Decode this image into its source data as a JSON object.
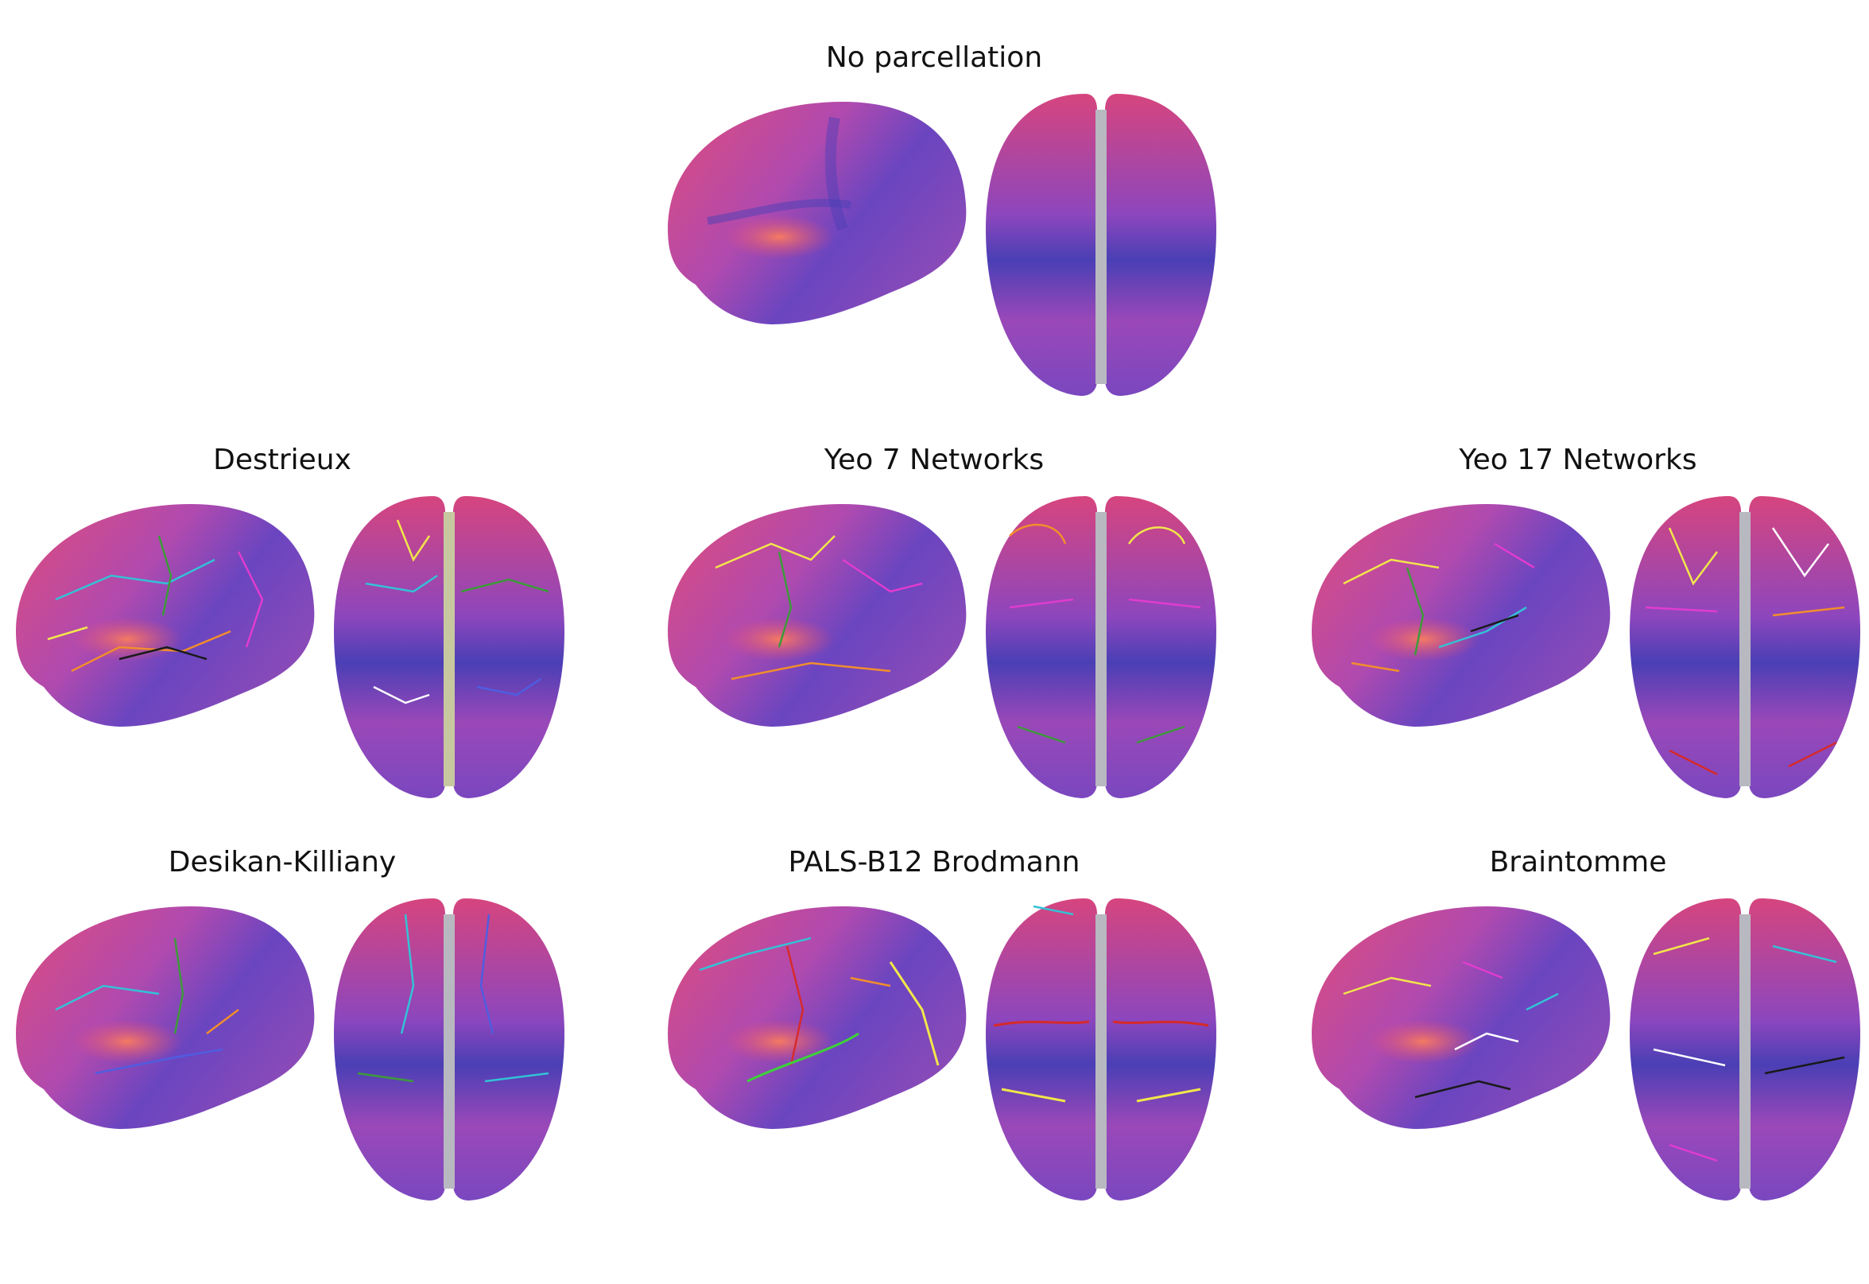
{
  "figure": {
    "colors": {
      "surface_warm": "#e04c7a",
      "surface_cool": "#4a3fb5",
      "surface_mid": "#a545b8",
      "insula": "#f47a62"
    },
    "panels": [
      {
        "id": "none",
        "title": "No parcellation",
        "outline_colors": []
      },
      {
        "id": "destr",
        "title": "Destrieux",
        "outline_colors": [
          "#33c2d6",
          "#3d9a3a",
          "#f2e64a",
          "#f28e2b",
          "#ffffff",
          "#1a1a1a",
          "#e03ccf",
          "#4f5de0"
        ]
      },
      {
        "id": "yeo7",
        "title": "Yeo 7 Networks",
        "outline_colors": [
          "#f2e64a",
          "#3d9a3a",
          "#e03ccf",
          "#f28e2b",
          "#4f5de0",
          "#ffffff"
        ]
      },
      {
        "id": "yeo17",
        "title": "Yeo 17 Networks",
        "outline_colors": [
          "#f2e64a",
          "#3d9a3a",
          "#e03ccf",
          "#f28e2b",
          "#1a1a1a",
          "#ffffff",
          "#d62a2a",
          "#33c2d6"
        ]
      },
      {
        "id": "dk",
        "title": "Desikan-Killiany",
        "outline_colors": [
          "#33c2d6",
          "#3d9a3a",
          "#4f5de0",
          "#f28e2b",
          "#1a1a1a"
        ]
      },
      {
        "id": "pals",
        "title": "PALS-B12 Brodmann",
        "outline_colors": [
          "#d62a2a",
          "#f2e64a",
          "#3dd13a",
          "#33c2d6",
          "#f28e2b"
        ]
      },
      {
        "id": "bt",
        "title": "Braintomme",
        "outline_colors": [
          "#f2e64a",
          "#ffffff",
          "#1a1a1a",
          "#33c2d6",
          "#e03ccf",
          "#3d9a3a",
          "#f28e2b"
        ]
      }
    ]
  }
}
